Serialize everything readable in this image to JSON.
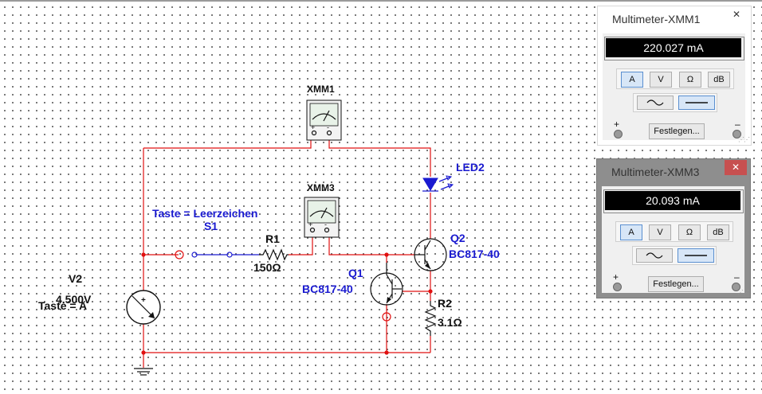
{
  "schematic": {
    "xmm1_label": "XMM1",
    "xmm3_label": "XMM3",
    "led_label": "LED2",
    "switch_label_line1": "Taste = Leerzeichen",
    "switch_label_line2": "S1",
    "r1_label": "R1",
    "r1_value": "150Ω",
    "v2_label": "V2",
    "v2_value": "4.500V",
    "v2_key": "Taste = A",
    "q1_label": "Q1",
    "q1_model": "BC817-40",
    "q2_label": "Q2",
    "q2_model": "BC817-40",
    "r2_label": "R2",
    "r2_value": "3.1Ω",
    "meter_plus": "+",
    "meter_minus": "-"
  },
  "windows": [
    {
      "title": "Multimeter-XMM1",
      "close_glyph": "✕",
      "reading": "220.027 mA",
      "modes": [
        "A",
        "V",
        "Ω",
        "dB"
      ],
      "selected_mode": "A",
      "plus": "+",
      "minus": "–",
      "set_label": "Festlegen...",
      "active": false
    },
    {
      "title": "Multimeter-XMM3",
      "close_glyph": "✕",
      "reading": "20.093 mA",
      "modes": [
        "A",
        "V",
        "Ω",
        "dB"
      ],
      "selected_mode": "A",
      "plus": "+",
      "minus": "–",
      "set_label": "Festlegen...",
      "active": true
    }
  ]
}
